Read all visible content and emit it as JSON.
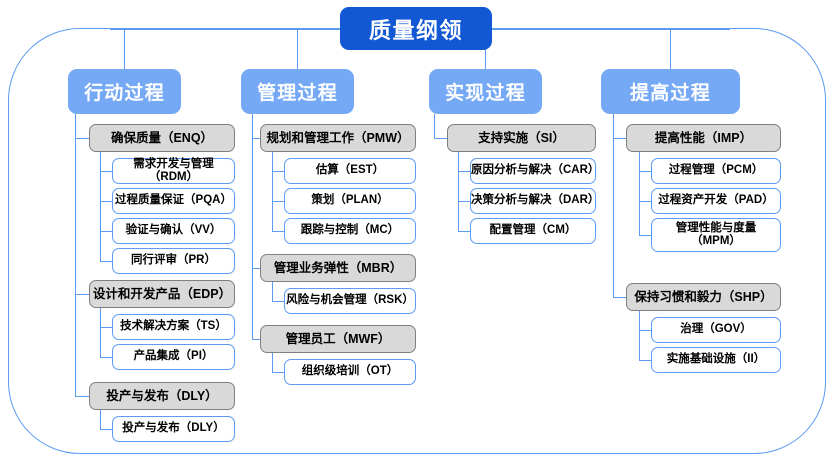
{
  "diagram": {
    "root": {
      "label": "质量纲领"
    },
    "columns": [
      {
        "header": "行动过程",
        "groups": [
          {
            "label": "确保质量（ENQ）",
            "children": [
              "需求开发与管理（RDM）",
              "过程质量保证（PQA）",
              "验证与确认（VV）",
              "同行评审（PR）"
            ]
          },
          {
            "label": "设计和开发产品（EDP）",
            "children": [
              "技术解决方案（TS）",
              "产品集成（PI）"
            ]
          },
          {
            "label": "投产与发布（DLY）",
            "children": [
              "投产与发布（DLY）"
            ]
          }
        ]
      },
      {
        "header": "管理过程",
        "groups": [
          {
            "label": "规划和管理工作（PMW）",
            "children": [
              "估算（EST）",
              "策划（PLAN）",
              "跟踪与控制（MC）"
            ]
          },
          {
            "label": "管理业务弹性（MBR）",
            "children": [
              "风险与机会管理（RSK）"
            ]
          },
          {
            "label": "管理员工（MWF）",
            "children": [
              "组织级培训（OT）"
            ]
          }
        ]
      },
      {
        "header": "实现过程",
        "groups": [
          {
            "label": "支持实施（SI）",
            "children": [
              "原因分析与解决（CAR）",
              "决策分析与解决（DAR）",
              "配置管理（CM）"
            ]
          }
        ]
      },
      {
        "header": "提高过程",
        "groups": [
          {
            "label": "提高性能（IMP）",
            "children": [
              "过程管理（PCM）",
              "过程资产开发（PAD）",
              "管理性能与度量\n（MPM）"
            ]
          },
          {
            "label": "保持习惯和毅力（SHP）",
            "children": [
              "治理（GOV）",
              "实施基础设施（II）"
            ]
          }
        ]
      }
    ],
    "colors": {
      "root_fill": "#1258d4",
      "header_fill": "#76a9f5",
      "group_fill": "#d9d9d9",
      "group_border": "#7f7f7f",
      "leaf_border": "#5b9bf3",
      "frame_border": "#5b9bf3",
      "text": "#000000",
      "header_text": "#ffffff"
    }
  }
}
